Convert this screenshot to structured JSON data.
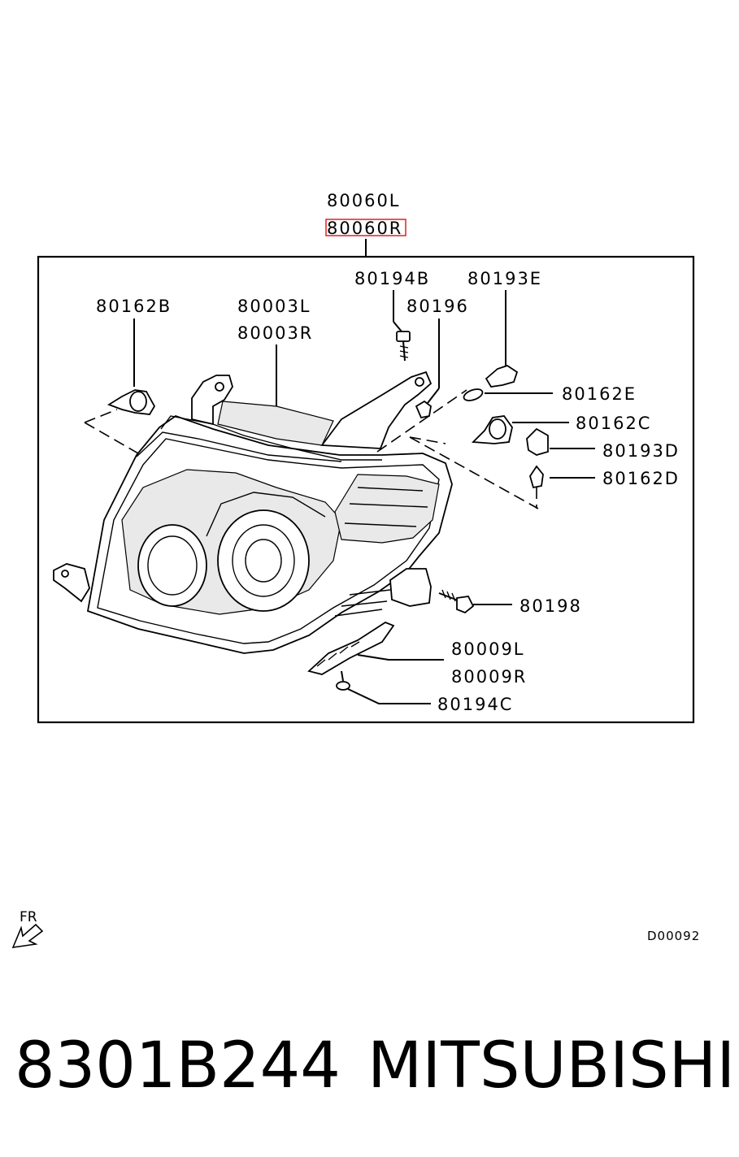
{
  "diagram": {
    "assembly_labels": {
      "left": "80060L",
      "right": "80060R"
    },
    "callouts": [
      {
        "id": "80162B"
      },
      {
        "id": "80003L"
      },
      {
        "id": "80003R"
      },
      {
        "id": "80194B"
      },
      {
        "id": "80196"
      },
      {
        "id": "80193E"
      },
      {
        "id": "80162E"
      },
      {
        "id": "80162C"
      },
      {
        "id": "80193D"
      },
      {
        "id": "80162D"
      },
      {
        "id": "80198"
      },
      {
        "id": "80009L"
      },
      {
        "id": "80009R"
      },
      {
        "id": "80194C"
      }
    ],
    "direction_marker": "FR",
    "drawing_code": "D00092",
    "highlight_color": "#e03030"
  },
  "caption": {
    "part_number": "8301B244",
    "brand": "MITSUBISHI"
  }
}
